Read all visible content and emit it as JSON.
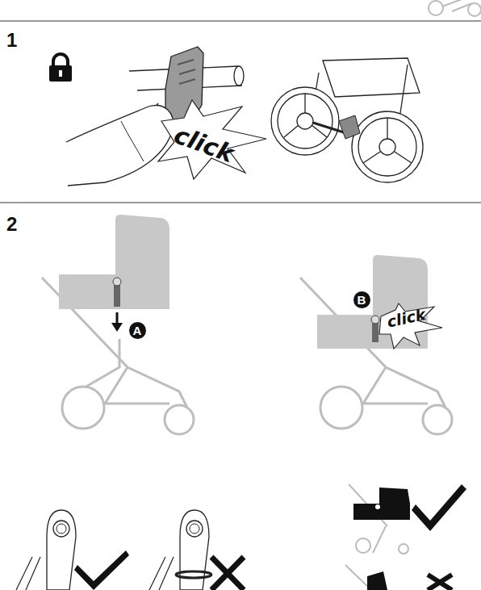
{
  "diagram": {
    "nodes": [
      {
        "text": [
          "A"
        ]
      },
      {
        "text": [
          "B"
        ]
      }
    ],
    "labels": [
      "1",
      "click",
      "2",
      "click"
    ]
  }
}
